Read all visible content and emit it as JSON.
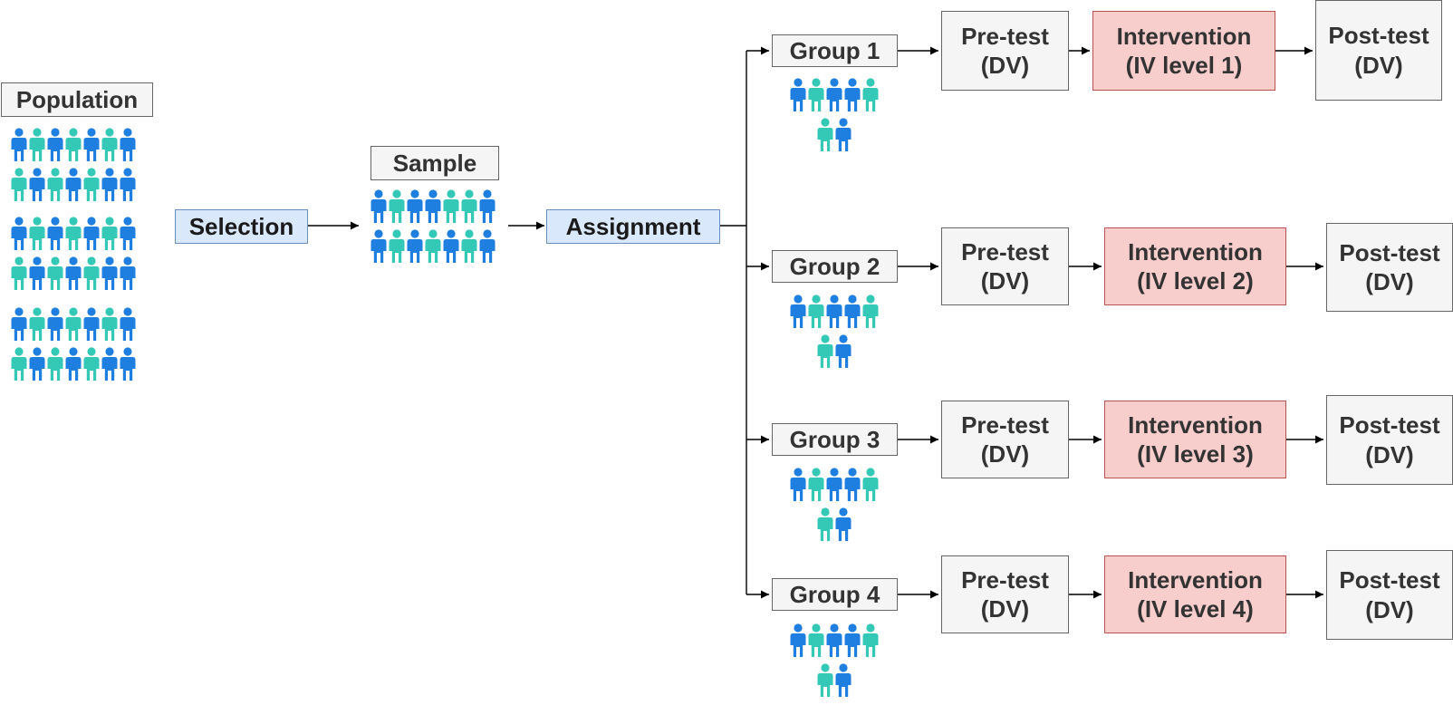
{
  "colors": {
    "blue_person": "#1e7fe0",
    "teal_person": "#33c9b6",
    "arrow": "#000000"
  },
  "population": {
    "label": "Population"
  },
  "sample": {
    "label": "Sample"
  },
  "selection": {
    "label": "Selection"
  },
  "assignment": {
    "label": "Assignment"
  },
  "groups": [
    {
      "label": "Group 1",
      "pretest": [
        "Pre-test",
        "(DV)"
      ],
      "intervention": [
        "Intervention",
        "(IV level 1)"
      ],
      "posttest": [
        "Post-test",
        "(DV)"
      ]
    },
    {
      "label": "Group 2",
      "pretest": [
        "Pre-test",
        "(DV)"
      ],
      "intervention": [
        "Intervention",
        "(IV level 2)"
      ],
      "posttest": [
        "Post-test",
        "(DV)"
      ]
    },
    {
      "label": "Group 3",
      "pretest": [
        "Pre-test",
        "(DV)"
      ],
      "intervention": [
        "Intervention",
        "(IV level 3)"
      ],
      "posttest": [
        "Post-test",
        "(DV)"
      ]
    },
    {
      "label": "Group 4",
      "pretest": [
        "Pre-test",
        "(DV)"
      ],
      "intervention": [
        "Intervention",
        "(IV level 4)"
      ],
      "posttest": [
        "Post-test",
        "(DV)"
      ]
    }
  ]
}
